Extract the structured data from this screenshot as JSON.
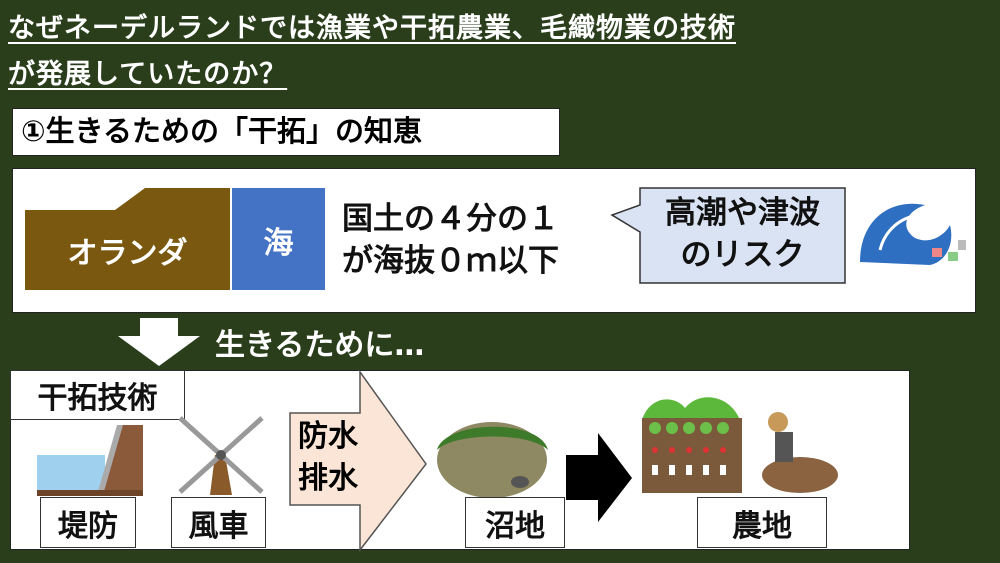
{
  "title": {
    "line1": "なぜネーデルランドでは漁業や干拓農業、毛織物業の技術",
    "line2": "が発展していたのか？"
  },
  "section": {
    "heading": "①生きるための「干拓」の知恵"
  },
  "top_panel": {
    "holland_label": "オランダ",
    "sea_label": "海",
    "fact_line1": "国土の４分の１",
    "fact_line2": "が海抜０ｍ以下",
    "callout_line1": "高潮や津波",
    "callout_line2": "のリスク"
  },
  "transition": {
    "text": "生きるために…"
  },
  "bottom_panel": {
    "heading": "干拓技術",
    "dike_label": "堤防",
    "windmill_label": "風車",
    "arrow_line1": "防水",
    "arrow_line2": "排水",
    "marsh_label": "沼地",
    "farm_label": "農地"
  },
  "colors": {
    "background": "#2a3e1c",
    "holland": "#7a5810",
    "sea": "#4472c4",
    "callout": "#dae3f3",
    "arrow": "#fbe5d6"
  }
}
